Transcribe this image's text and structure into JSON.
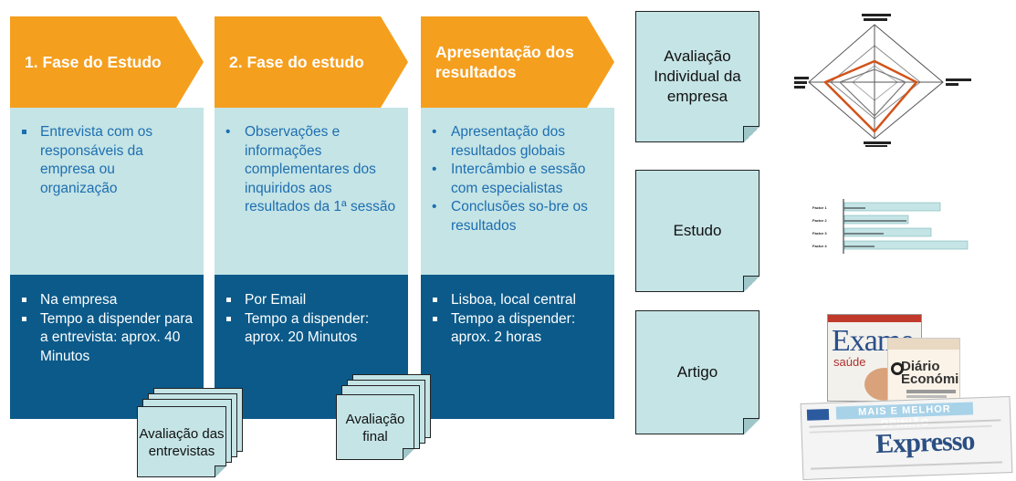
{
  "phases": [
    {
      "title": "1. Fase do Estudo",
      "light_items": [
        "Entrevista com os responsáveis da empresa ou organização"
      ],
      "dark_items": [
        "Na empresa",
        "Tempo a dispender para a entrevista: aprox. 40 Minutos"
      ]
    },
    {
      "title": "2. Fase do estudo",
      "light_items": [
        "Observações e informações complementares dos inquiridos aos resultados da 1ª sessão"
      ],
      "dark_items": [
        "Por Email",
        "Tempo a dispender: aprox. 20 Minutos"
      ]
    },
    {
      "title": "Apresentação dos resultados",
      "light_items": [
        "Apresentação dos resultados globais",
        "Intercâmbio e sessão com especialistas",
        "Conclusões so-bre os resultados"
      ],
      "dark_items": [
        "Lisboa, local central",
        "Tempo a dispender: aprox. 2 horas"
      ]
    }
  ],
  "documents": {
    "doc1": "Avaliação das entrevistas",
    "doc2": "Avaliação final"
  },
  "outputs": {
    "avaliacao": "Avaliação Individual da empresa",
    "estudo": "Estudo",
    "artigo": "Artigo"
  },
  "thumbnails": {
    "bar_labels": [
      "Factor 1",
      "Factor 2",
      "Factor 3",
      "Factor 4"
    ],
    "newspapers": {
      "exame": "Exame",
      "saude": "saúde",
      "diario": "Diário Económico",
      "expresso": "Expresso",
      "banner": "MAIS E MELHOR OPINIÃO"
    }
  },
  "colors": {
    "orange": "#f59f1e",
    "light_teal": "#c5e4e6",
    "dark_blue": "#0b5a8a",
    "text_blue": "#1d6fb0",
    "radar_line": "#d2531a"
  }
}
